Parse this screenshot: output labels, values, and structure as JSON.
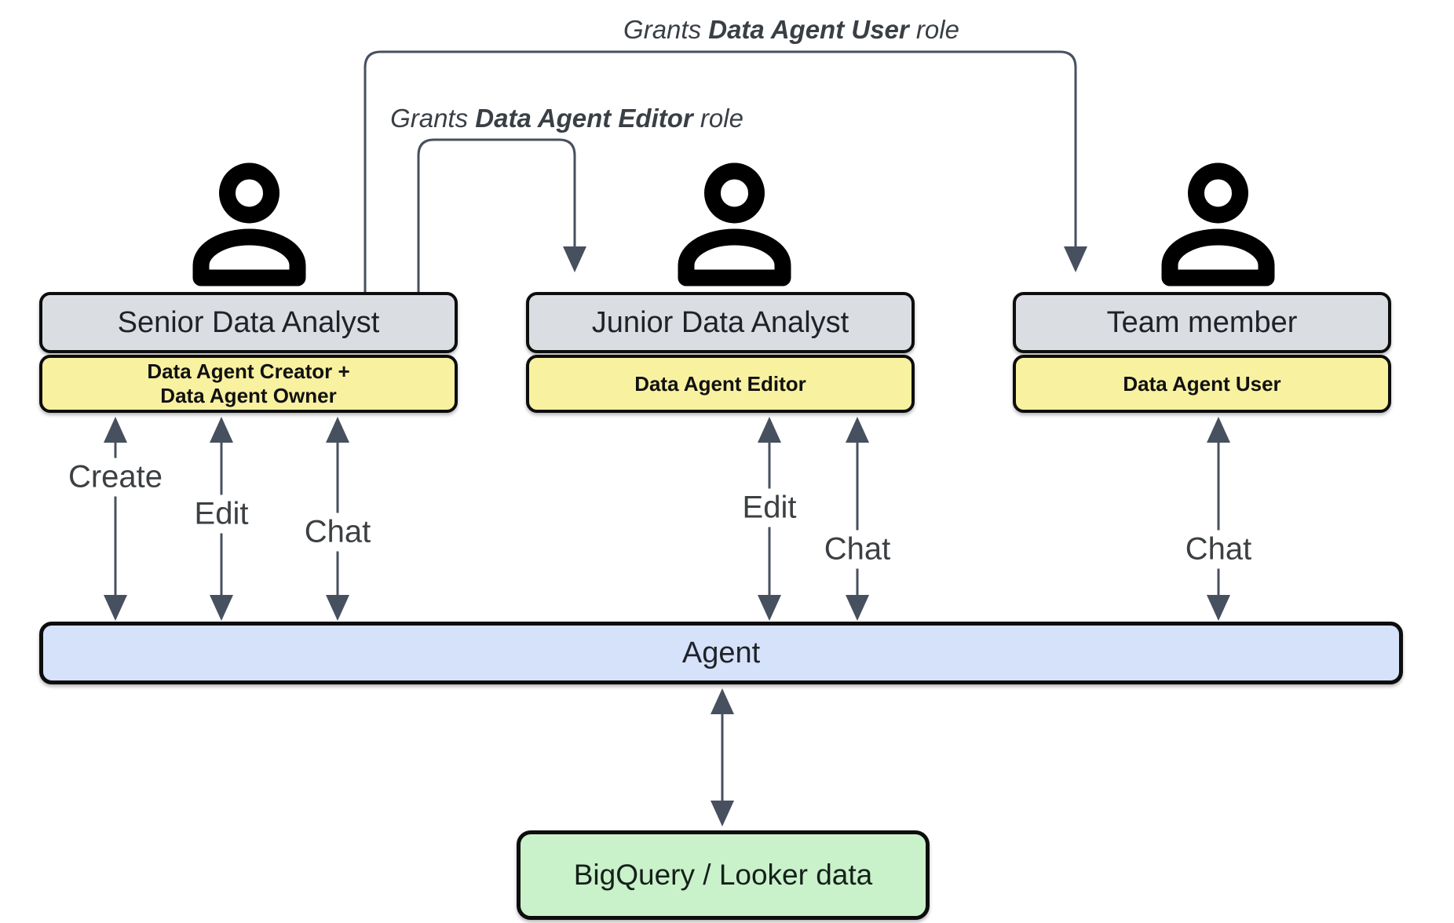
{
  "grants": [
    {
      "prefix": "Grants ",
      "role": "Data Agent User",
      "suffix": " role"
    },
    {
      "prefix": "Grants ",
      "role": "Data Agent Editor",
      "suffix": " role"
    }
  ],
  "actors": [
    {
      "title": "Senior Data Analyst",
      "roles": [
        "Data Agent Creator +",
        "Data Agent Owner"
      ],
      "actions": [
        "Create",
        "Edit",
        "Chat"
      ]
    },
    {
      "title": "Junior Data Analyst",
      "roles": [
        "Data Agent Editor"
      ],
      "actions": [
        "Edit",
        "Chat"
      ]
    },
    {
      "title": "Team member",
      "roles": [
        "Data Agent User"
      ],
      "actions": [
        "Chat"
      ]
    }
  ],
  "agent": {
    "label": "Agent"
  },
  "datastore": {
    "label": "BigQuery / Looker data"
  },
  "icons": {
    "actor": "person-icon"
  },
  "colors": {
    "actor_fill": "#dadde2",
    "role_fill": "#f8f1a0",
    "agent_fill": "#d6e2fa",
    "data_fill": "#c9f2ca",
    "arrow": "#47505e"
  }
}
